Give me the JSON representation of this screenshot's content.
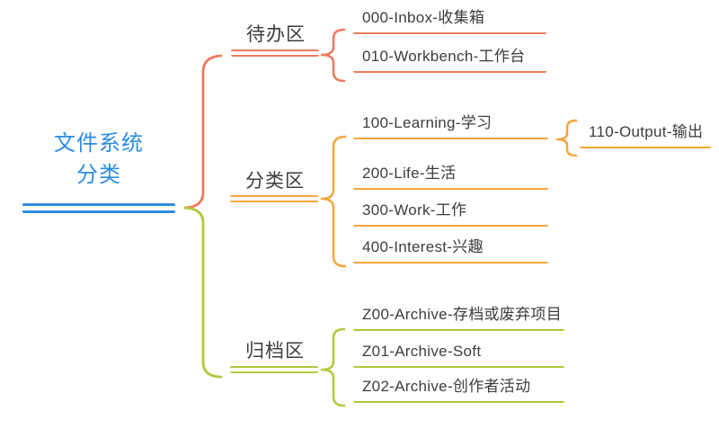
{
  "colors": {
    "root": "#2E8CE4",
    "todo": "#EF7A5E",
    "classify": "#F6A63B",
    "archive": "#AFCA3B",
    "text": "#3D3D40",
    "background": "#FFFFFF"
  },
  "tree": {
    "root": {
      "label": "文件系统\n分类"
    },
    "branches": [
      {
        "label": "待办区",
        "color": "#EF7A5E",
        "children": [
          {
            "label": "000-Inbox-收集箱"
          },
          {
            "label": "010-Workbench-工作台"
          }
        ]
      },
      {
        "label": "分类区",
        "color": "#F6A63B",
        "children": [
          {
            "label": "100-Learning-学习",
            "children": [
              {
                "label": "110-Output-输出"
              }
            ]
          },
          {
            "label": "200-Life-生活"
          },
          {
            "label": "300-Work-工作"
          },
          {
            "label": "400-Interest-兴趣"
          }
        ]
      },
      {
        "label": "归档区",
        "color": "#AFCA3B",
        "children": [
          {
            "label": "Z00-Archive-存档或废弃项目"
          },
          {
            "label": "Z01-Archive-Soft"
          },
          {
            "label": "Z02-Archive-创作者活动"
          }
        ]
      }
    ]
  }
}
